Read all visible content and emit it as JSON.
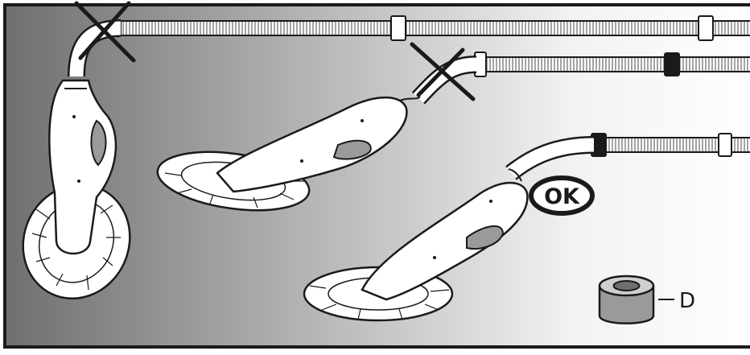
{
  "labels": {
    "ok_badge": "OK",
    "part_d": "D"
  },
  "states": [
    {
      "id": "cleaner-1",
      "status": "incorrect"
    },
    {
      "id": "cleaner-2",
      "status": "incorrect"
    },
    {
      "id": "cleaner-3",
      "status": "correct"
    }
  ],
  "colors": {
    "background_dark": "#6f6f6f",
    "background_light": "#f2f2f2",
    "line": "#1a1a1a",
    "fill": "#ffffff"
  }
}
